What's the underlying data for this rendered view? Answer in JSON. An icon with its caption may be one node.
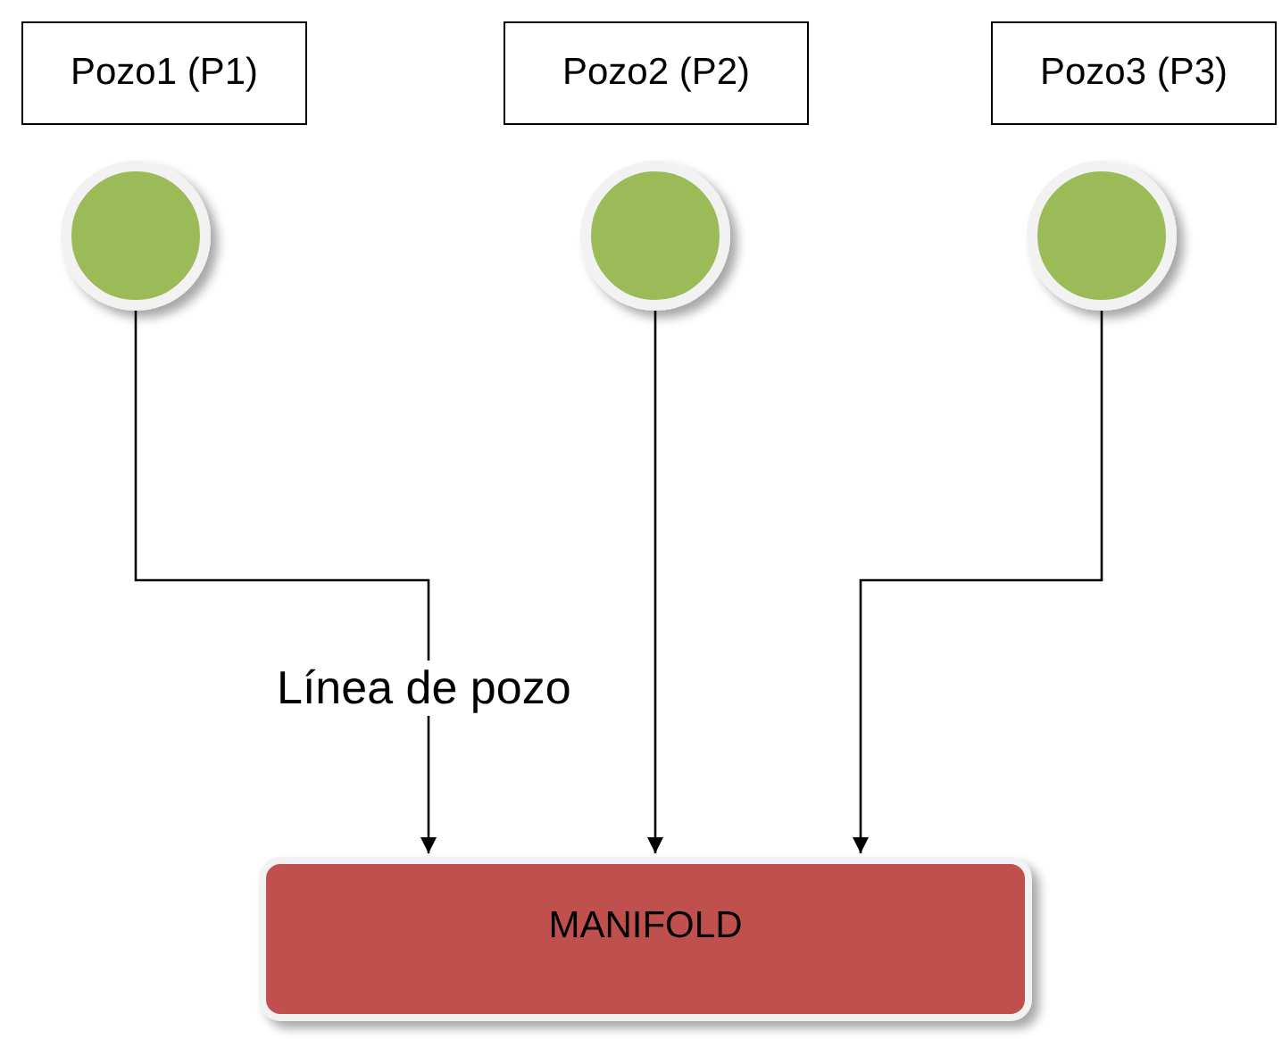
{
  "diagram": {
    "nodes": [
      {
        "text": [
          "Pozo1 (P1)"
        ]
      },
      {
        "text": [
          "Pozo2 (P2)"
        ]
      },
      {
        "text": [
          "Pozo3 (P3)"
        ]
      },
      {
        "text": [],
        "shape": "circle"
      },
      {
        "text": [],
        "shape": "circle"
      },
      {
        "text": [],
        "shape": "circle"
      },
      {
        "text": [
          "MANIFOLD"
        ]
      }
    ],
    "edges": [
      {
        "from": 3,
        "to": 6,
        "arrow": "to"
      },
      {
        "from": 4,
        "to": 6,
        "arrow": "to"
      },
      {
        "from": 5,
        "to": 6,
        "arrow": "to"
      }
    ],
    "labels": [
      "Línea de pozo"
    ]
  }
}
